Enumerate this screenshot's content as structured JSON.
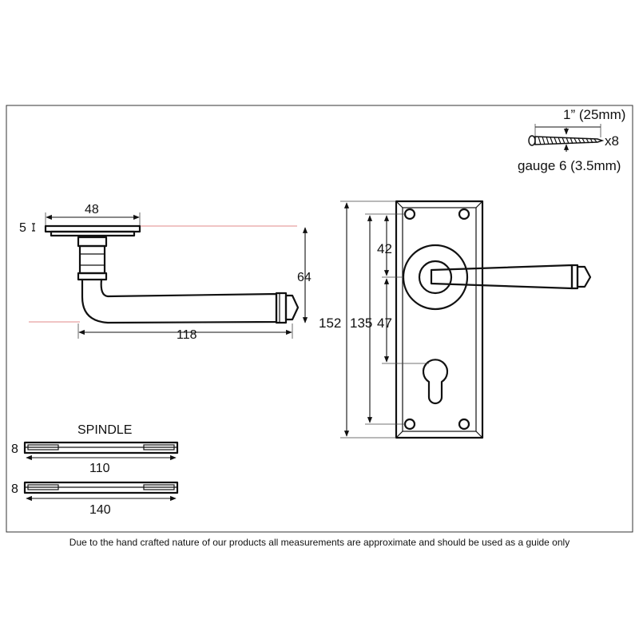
{
  "screw": {
    "length_label": "1” (25mm)",
    "quantity_label": "x8",
    "gauge_label": "gauge 6 (3.5mm)"
  },
  "lever_side_view": {
    "rose_diameter_label": "48",
    "rose_thickness_label": "5",
    "height_label": "64",
    "length_label": "118"
  },
  "backplate": {
    "height_label": "152",
    "fixing_centres_label": "135",
    "upper_label": "42",
    "lower_label": "47"
  },
  "spindle": {
    "title": "SPINDLE",
    "items": [
      {
        "size_label": "8",
        "length_label": "110"
      },
      {
        "size_label": "8",
        "length_label": "140"
      }
    ]
  },
  "footer": {
    "disclaimer": "Due to the hand crafted nature of our products all measurements are approximate and should be used as a guide only"
  }
}
